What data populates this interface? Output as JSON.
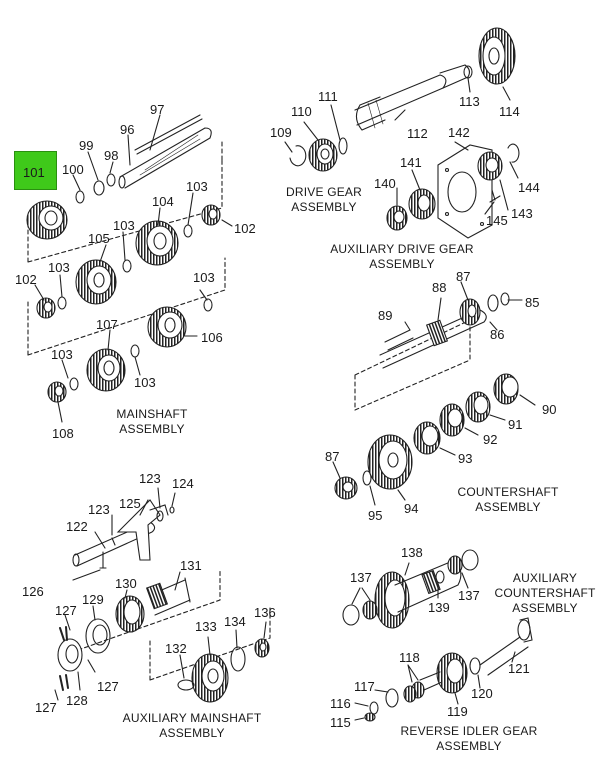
{
  "highlight": {
    "label": "101",
    "color": "#3fc91a"
  },
  "assemblies": {
    "drive_gear": [
      "DRIVE GEAR",
      "ASSEMBLY"
    ],
    "aux_drive_gear": [
      "AUXILIARY DRIVE GEAR",
      "ASSEMBLY"
    ],
    "mainshaft": [
      "MAINSHAFT",
      "ASSEMBLY"
    ],
    "countershaft": [
      "COUNTERSHAFT",
      "ASSEMBLY"
    ],
    "aux_countershaft": [
      "AUXILIARY",
      "COUNTERSHAFT",
      "ASSEMBLY"
    ],
    "aux_mainshaft": [
      "AUXILIARY MAINSHAFT",
      "ASSEMBLY"
    ],
    "reverse_idler": [
      "REVERSE IDLER GEAR",
      "ASSEMBLY"
    ]
  },
  "parts": {
    "p97": "97",
    "p96": "96",
    "p99": "99",
    "p100": "100",
    "p98": "98",
    "p103a": "103",
    "p104": "104",
    "p102a": "102",
    "p105": "105",
    "p103b": "103",
    "p103c": "103",
    "p102b": "102",
    "p103d": "103",
    "p107": "107",
    "p106": "106",
    "p103e": "103",
    "p103f": "103",
    "p108": "108",
    "p109": "109",
    "p110": "110",
    "p111": "111",
    "p112": "112",
    "p113": "113",
    "p114": "114",
    "p142": "142",
    "p141": "141",
    "p140": "140",
    "p144": "144",
    "p145": "145",
    "p143": "143",
    "p87a": "87",
    "p88": "88",
    "p85": "85",
    "p89": "89",
    "p86": "86",
    "p90": "90",
    "p91": "91",
    "p92": "92",
    "p93": "93",
    "p87b": "87",
    "p95": "95",
    "p94": "94",
    "p123a": "123",
    "p124": "124",
    "p123b": "123",
    "p125": "125",
    "p122": "122",
    "p126": "126",
    "p131": "131",
    "p130": "130",
    "p127a": "127",
    "p129": "129",
    "p127b": "127",
    "p128": "128",
    "p127c": "127",
    "p133": "133",
    "p134": "134",
    "p136": "136",
    "p132": "132",
    "p138": "138",
    "p137a": "137",
    "p139": "139",
    "p137b": "137",
    "p118": "118",
    "p121": "121",
    "p117": "117",
    "p120": "120",
    "p116": "116",
    "p119": "119",
    "p115": "115"
  }
}
